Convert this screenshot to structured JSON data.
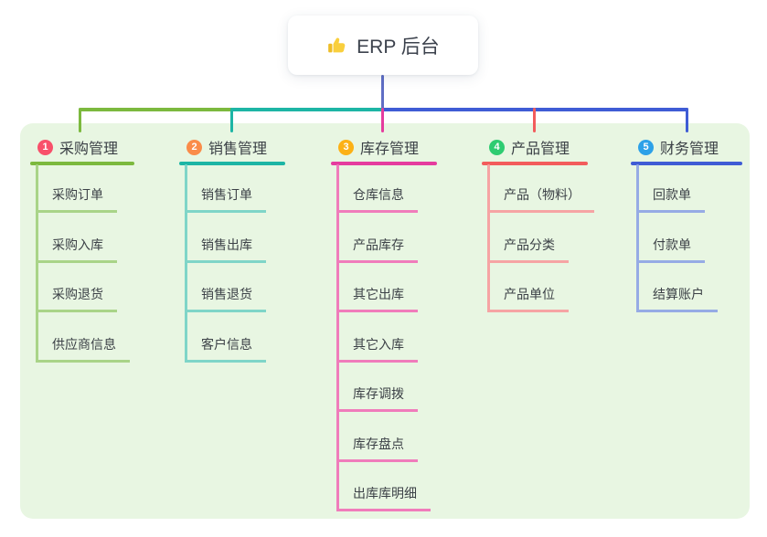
{
  "root": {
    "label": "ERP 后台",
    "icon": "thumbs-up-icon"
  },
  "branches": [
    {
      "index": "1",
      "label": "采购管理",
      "badge_color": "#f8506a",
      "line_color": "#7cb93e",
      "child_line_color": "#a9d488",
      "children": [
        "采购订单",
        "采购入库",
        "采购退货",
        "供应商信息"
      ]
    },
    {
      "index": "2",
      "label": "销售管理",
      "badge_color": "#fa8c49",
      "line_color": "#1db5a5",
      "child_line_color": "#7fd5c8",
      "children": [
        "销售订单",
        "销售出库",
        "销售退货",
        "客户信息"
      ]
    },
    {
      "index": "3",
      "label": "库存管理",
      "badge_color": "#fcb116",
      "line_color": "#e53c9e",
      "child_line_color": "#f07cbb",
      "children": [
        "仓库信息",
        "产品库存",
        "其它出库",
        "其它入库",
        "库存调拨",
        "库存盘点",
        "出库库明细"
      ]
    },
    {
      "index": "4",
      "label": "产品管理",
      "badge_color": "#2ecc71",
      "line_color": "#f25c5c",
      "child_line_color": "#f6a4a4",
      "children": [
        "产品（物料）",
        "产品分类",
        "产品单位"
      ]
    },
    {
      "index": "5",
      "label": "财务管理",
      "badge_color": "#2da1e8",
      "line_color": "#3f5cd5",
      "child_line_color": "#96abe5",
      "children": [
        "回款单",
        "付款单",
        "结算账户"
      ]
    }
  ],
  "colors": {
    "panel_bg": "#e8f6e2",
    "root_connector": "#5f6ec5",
    "text": "#3c4147"
  }
}
